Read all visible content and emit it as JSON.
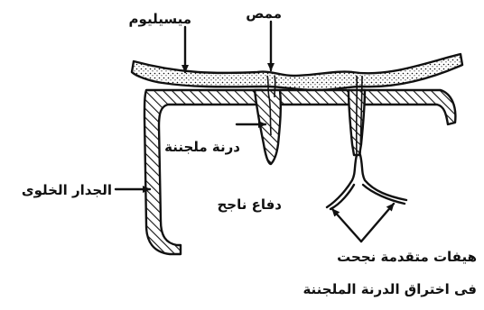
{
  "labels": {
    "mycelium": "ميسيليوم",
    "sucker": "ممص",
    "melanized_ring": "درنة ملجننة",
    "cell_wall": "الجدار الخلوى",
    "successful_defense": "دفاع ناجح",
    "hyphae_line1": "هيفات متقدمة نجحت",
    "hyphae_line2": "فى اختراق الدرنة الملجننة"
  },
  "colors": {
    "ink": "#111111",
    "background": "#ffffff"
  }
}
